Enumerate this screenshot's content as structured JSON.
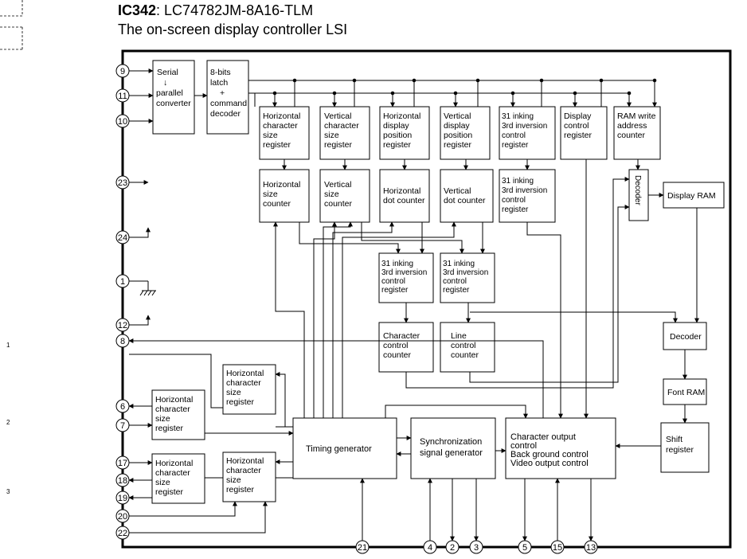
{
  "header": {
    "part_id": "IC342",
    "part_number": ": LC74782JM-8A16-TLM",
    "subtitle": "The on-screen display controller LSI"
  },
  "margin_marks": [
    "1",
    "2",
    "3"
  ],
  "blocks": {
    "serial_converter": [
      "Serial",
      "↓",
      "parallel",
      "converter"
    ],
    "latch_decoder": [
      "8-bits",
      "latch",
      "+",
      "command",
      "decoder"
    ],
    "h_char_size_reg": [
      "Horizontal",
      "character",
      "size",
      "register"
    ],
    "v_char_size_reg": [
      "Vertical",
      "character",
      "size",
      "register"
    ],
    "h_disp_pos_reg": [
      "Horizontal",
      "display",
      "position",
      "register"
    ],
    "v_disp_pos_reg": [
      "Vertical",
      "display",
      "position",
      "register"
    ],
    "inking_reg_top": [
      "31 inking",
      "3rd inversion",
      "control",
      "register"
    ],
    "disp_ctrl_reg": [
      "Display",
      "control",
      "register"
    ],
    "ram_write_counter": [
      "RAM write",
      "address",
      "counter"
    ],
    "h_size_counter": [
      "Horizontal",
      "size",
      "counter"
    ],
    "v_size_counter": [
      "Vertical",
      "size",
      "counter"
    ],
    "h_dot_counter": [
      "Horizontal",
      "dot counter"
    ],
    "v_dot_counter": [
      "Vertical",
      "dot counter"
    ],
    "inking_reg_mid": [
      "31 inking",
      "3rd inversion",
      "control",
      "register"
    ],
    "decoder_top": "Decoder",
    "display_ram": "Display RAM",
    "inking_reg_left": [
      "31 inking",
      "3rd inversion",
      "control",
      "register"
    ],
    "inking_reg_right": [
      "31 inking",
      "3rd inversion",
      "control",
      "register"
    ],
    "char_ctrl_counter": [
      "Character",
      "control",
      "counter"
    ],
    "line_ctrl_counter": [
      "Line",
      "control",
      "counter"
    ],
    "decoder_right": "Decoder",
    "font_ram": "Font RAM",
    "shift_register": [
      "Shift",
      "register"
    ],
    "h_char_size_reg_a": [
      "Horizontal",
      "character",
      "size",
      "register"
    ],
    "h_char_size_reg_b": [
      "Horizontal",
      "character",
      "size",
      "register"
    ],
    "h_char_size_reg_c": [
      "Horizontal",
      "character",
      "size",
      "register"
    ],
    "h_char_size_reg_d": [
      "Horizontal",
      "character",
      "size",
      "register"
    ],
    "timing_generator": "Timing generator",
    "sync_generator": [
      "Synchronization",
      "signal generator"
    ],
    "char_output_ctrl": [
      "Character output",
      "control",
      "Back ground control",
      "Video output control"
    ]
  },
  "pins": {
    "left": [
      "9",
      "11",
      "10",
      "23",
      "24",
      "1",
      "12",
      "8",
      "6",
      "7",
      "17",
      "18",
      "19",
      "20",
      "22"
    ],
    "bottom": [
      "21",
      "4",
      "2",
      "3",
      "5",
      "15",
      "13"
    ]
  }
}
